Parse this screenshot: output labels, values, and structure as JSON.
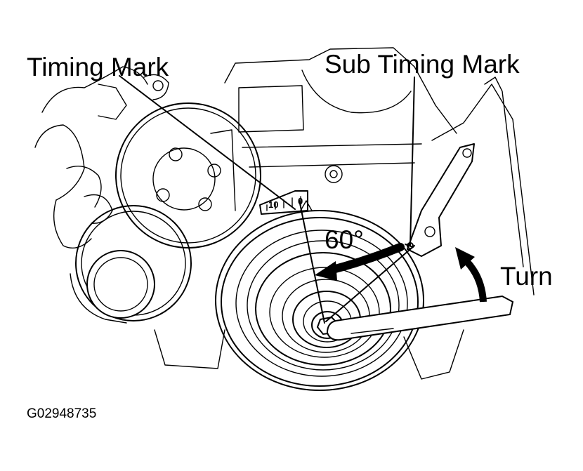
{
  "labels": {
    "timing_mark": "Timing Mark",
    "sub_timing_mark": "Sub Timing Mark",
    "angle": "60°",
    "turn": "Turn",
    "figure_code": "G02948735",
    "scale_10": "10",
    "scale_0": "0"
  },
  "icons": {
    "rotation_arrow": "curved-arrow-left-icon",
    "turn_arrow": "curved-arrow-up-icon"
  }
}
